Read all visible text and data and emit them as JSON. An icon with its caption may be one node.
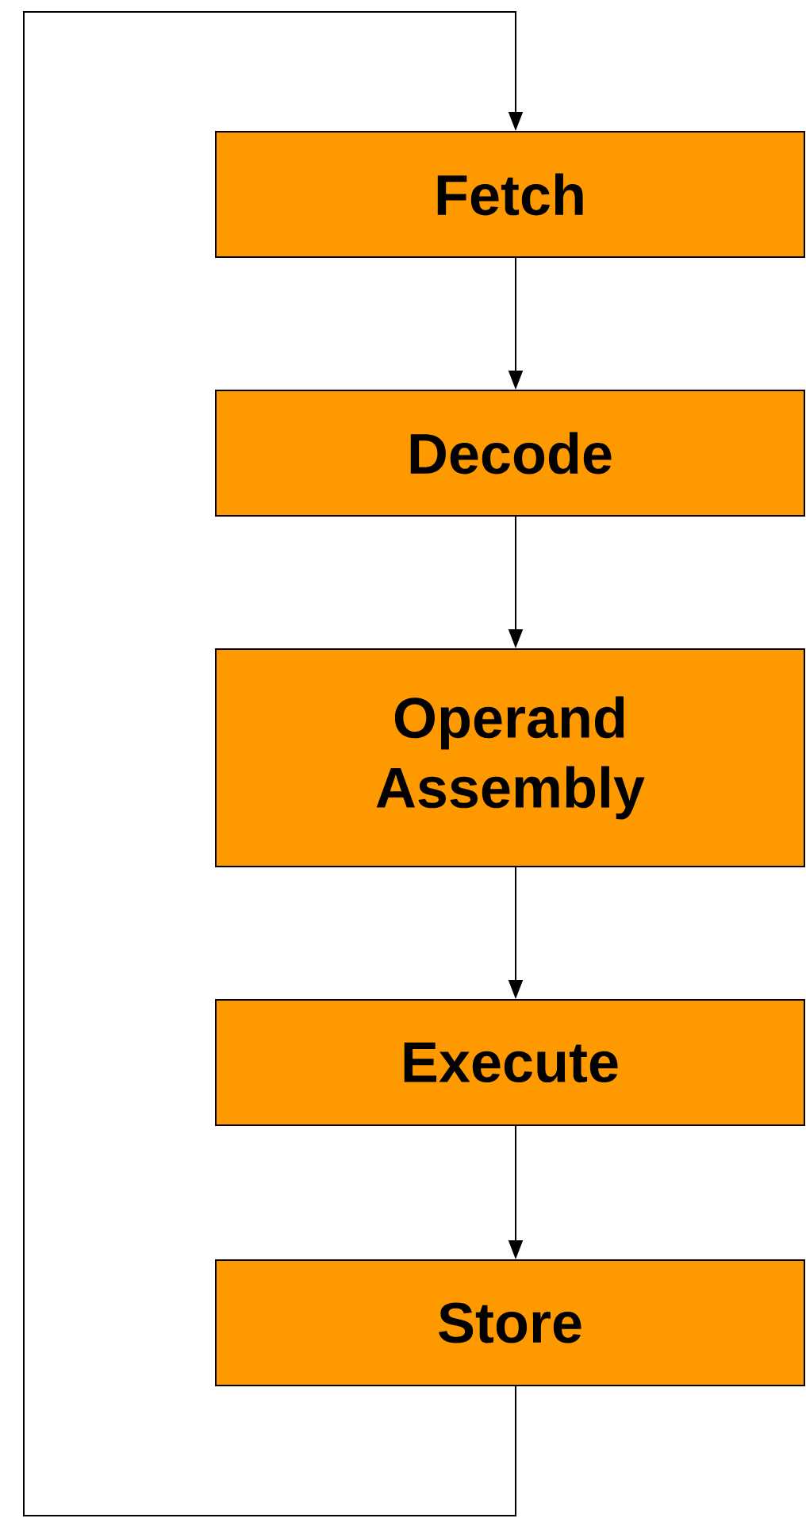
{
  "diagram": {
    "nodes": [
      {
        "text": [
          "Fetch"
        ]
      },
      {
        "text": [
          "Decode"
        ]
      },
      {
        "text": [
          "Operand Assembly"
        ]
      },
      {
        "text": [
          "Execute"
        ]
      },
      {
        "text": [
          "Store"
        ]
      }
    ],
    "edges": [
      {
        "from": 0,
        "to": 1,
        "arrow": "to"
      },
      {
        "from": 1,
        "to": 2,
        "arrow": "to"
      },
      {
        "from": 2,
        "to": 3,
        "arrow": "to"
      },
      {
        "from": 3,
        "to": 4,
        "arrow": "to"
      },
      {
        "from": 4,
        "to": 0,
        "arrow": "to"
      }
    ]
  }
}
